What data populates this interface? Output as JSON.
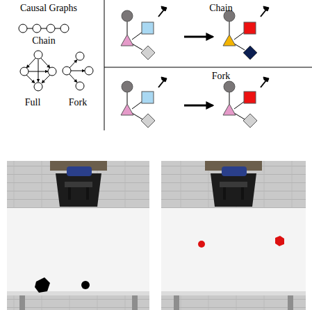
{
  "diagram": {
    "labels": [
      "Causal Graphs",
      "Chain",
      "Full",
      "Fork",
      "Chain",
      "Fork"
    ]
  }
}
